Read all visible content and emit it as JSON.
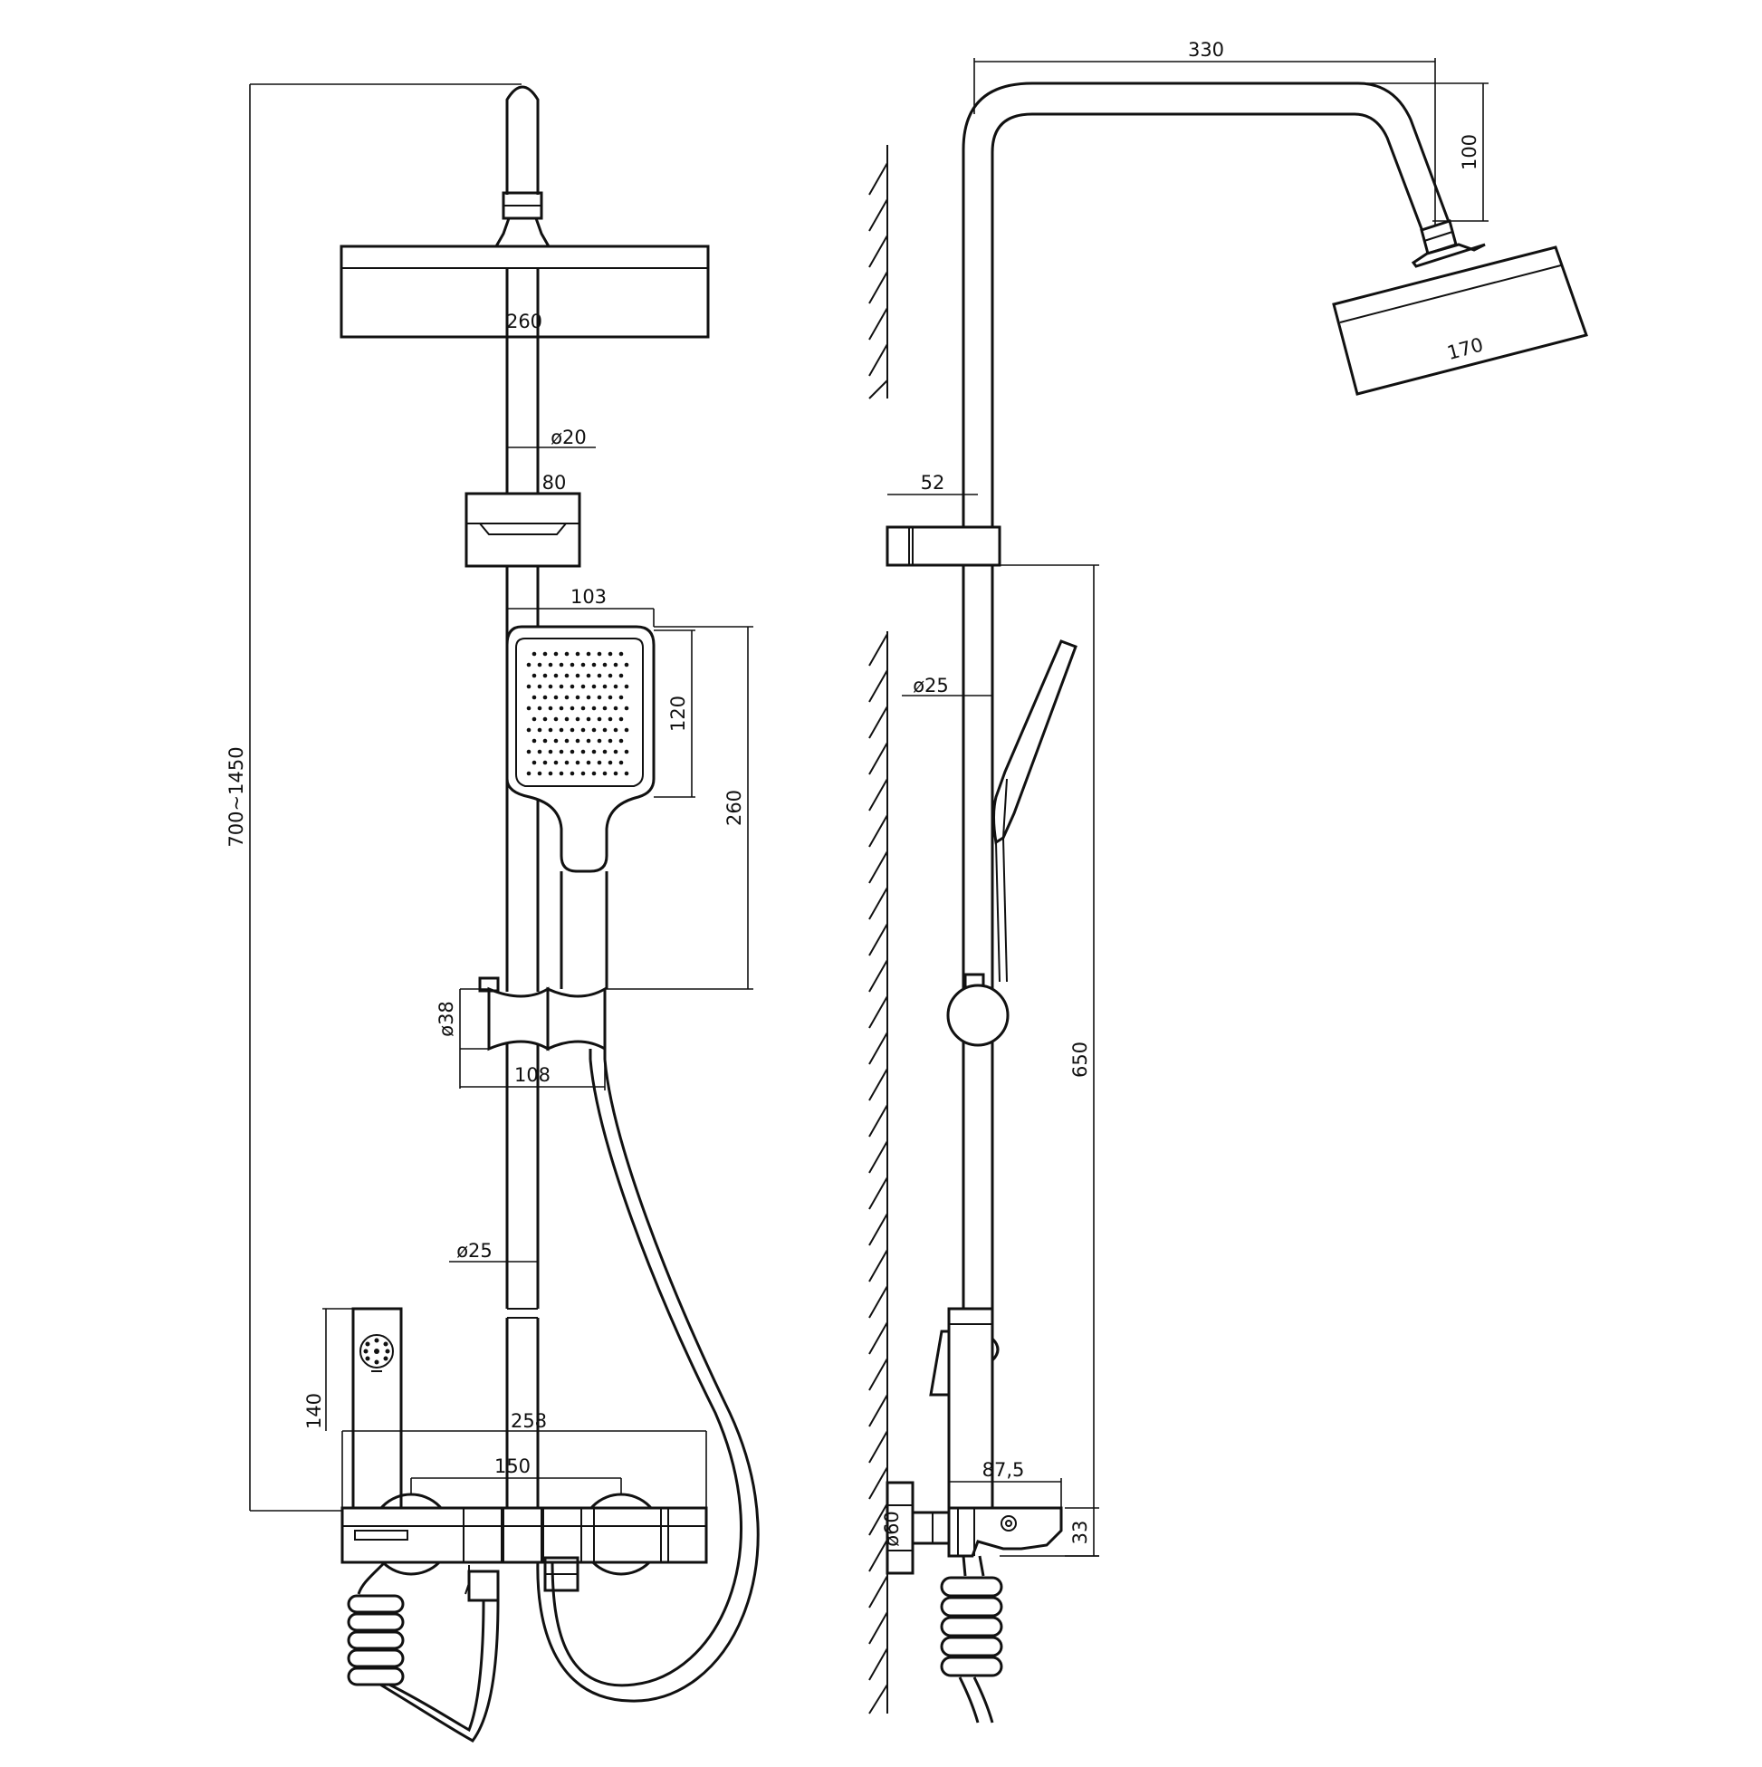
{
  "front_view": {
    "overall_height": "700~1450",
    "rain_head_width": "260",
    "upper_pipe_dia": "ø20",
    "bracket_width": "80",
    "hand_shower_width": "103",
    "hand_shower_head_height": "120",
    "hand_shower_length": "260",
    "holder_dia": "ø38",
    "holder_width": "108",
    "lower_pipe_dia": "ø25",
    "spout_height": "140",
    "mixer_width": "258",
    "inlet_centers": "150"
  },
  "side_view": {
    "arm_reach": "330",
    "arm_drop": "100",
    "rain_head_depth": "170",
    "wall_offset": "52",
    "pipe_dia": "ø25",
    "rail_length": "650",
    "mixer_depth": "87,5",
    "escutcheon_dia": "ø60",
    "mixer_height": "33"
  }
}
